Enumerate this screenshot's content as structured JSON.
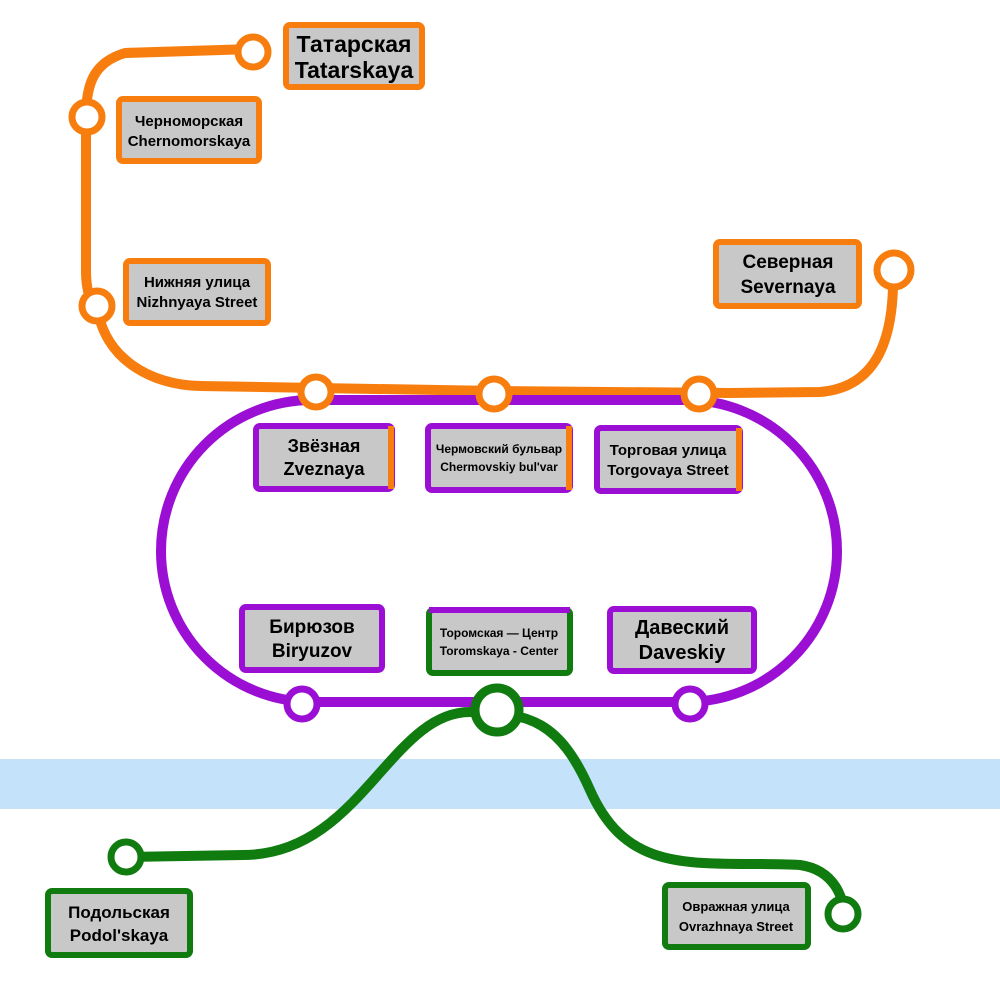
{
  "colors": {
    "orange_line": "#f77e0e",
    "purple_line": "#9b0fd4",
    "green_line": "#107c10",
    "river": "#c4e3fb",
    "station_fill": "#ffffff",
    "label_fill": "#c8c8c8"
  },
  "lines": [
    {
      "id": "orange",
      "color": "#f77e0e"
    },
    {
      "id": "purple",
      "color": "#9b0fd4"
    },
    {
      "id": "green",
      "color": "#107c10"
    }
  ],
  "stations": [
    {
      "id": "tatarskaya",
      "ru": "Татарская",
      "en": "Tatarskaya",
      "lines": [
        "orange"
      ]
    },
    {
      "id": "chernomorskaya",
      "ru": "Черноморская",
      "en": "Chernomorskaya",
      "lines": [
        "orange"
      ]
    },
    {
      "id": "nizhnyaya",
      "ru": "Нижняя улица",
      "en": "Nizhnyaya Street",
      "lines": [
        "orange"
      ]
    },
    {
      "id": "severnaya",
      "ru": "Северная",
      "en": "Severnaya",
      "lines": [
        "orange"
      ]
    },
    {
      "id": "zveznaya",
      "ru": "Звёзная",
      "en": "Zveznaya",
      "lines": [
        "purple",
        "orange"
      ]
    },
    {
      "id": "chermovskiy",
      "ru": "Чермовский бульвар",
      "en": "Chermovskiy bul'var",
      "lines": [
        "purple",
        "orange"
      ]
    },
    {
      "id": "torgovaya",
      "ru": "Торговая улица",
      "en": "Torgovaya Street",
      "lines": [
        "purple",
        "orange"
      ]
    },
    {
      "id": "biryuzov",
      "ru": "Бирюзов",
      "en": "Biryuzov",
      "lines": [
        "purple"
      ]
    },
    {
      "id": "toromskaya",
      "ru": "Торомская — Центр",
      "en": "Toromskaya - Center",
      "lines": [
        "purple",
        "green"
      ]
    },
    {
      "id": "daveskiy",
      "ru": "Давеский",
      "en": "Daveskiy",
      "lines": [
        "purple"
      ]
    },
    {
      "id": "podolskaya",
      "ru": "Подольская",
      "en": "Podol'skaya",
      "lines": [
        "green"
      ]
    },
    {
      "id": "ovrazhnaya",
      "ru": "Овражная улица",
      "en": "Ovrazhnaya Street",
      "lines": [
        "green"
      ]
    }
  ]
}
